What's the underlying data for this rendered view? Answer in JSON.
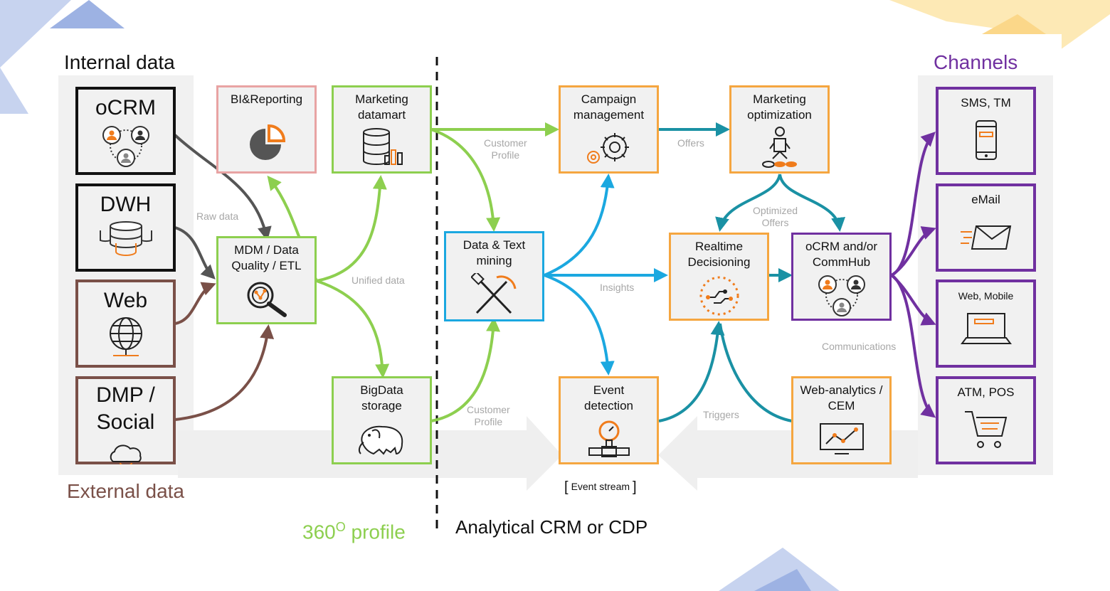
{
  "titles": {
    "internal": "Internal data",
    "external": "External data",
    "channels": "Channels",
    "profile_360": "360",
    "profile_sup": "O",
    "profile_word": " profile",
    "analytical": "Analytical CRM or CDP"
  },
  "sources": {
    "ocrm": "oCRM",
    "dwh": "DWH",
    "web": "Web",
    "dmp": "DMP /\nSocial"
  },
  "nodes": {
    "bi": "BI&Reporting",
    "datamart": "Marketing\ndatamart",
    "mdm": "MDM / Data\nQuality / ETL",
    "bigdata": "BigData\nstorage",
    "mining": "Data & Text\nmining",
    "campaign": "Campaign\nmanagement",
    "optimization": "Marketing\noptimization",
    "realtime": "Realtime\nDecisioning",
    "ocrm_hub": "oCRM and/or\nCommHub",
    "event": "Event\ndetection",
    "webanalytics": "Web-analytics /\nCEM"
  },
  "channels": {
    "sms": "SMS, TM",
    "email": "eMail",
    "webmobile": "Web, Mobile",
    "atm": "ATM, POS"
  },
  "edge_labels": {
    "raw_data": "Raw data",
    "unified_data": "Unified data",
    "customer_profile_top": "Customer\nProfile",
    "customer_profile_bottom": "Customer\nProfile",
    "offers": "Offers",
    "optimized_offers": "Optimized\nOffers",
    "insights": "Insights",
    "communications": "Communications",
    "triggers": "Triggers",
    "event_stream": "Event stream"
  },
  "colors": {
    "green": "#8dcf4f",
    "blue": "#1ba8e0",
    "orange": "#f5a640",
    "teal": "#1a91a4",
    "purple": "#7030a0",
    "brown": "#7a5048",
    "pink": "#e8a3a3",
    "gray_arrow": "#555555",
    "icon_orange": "#f07c1c"
  }
}
